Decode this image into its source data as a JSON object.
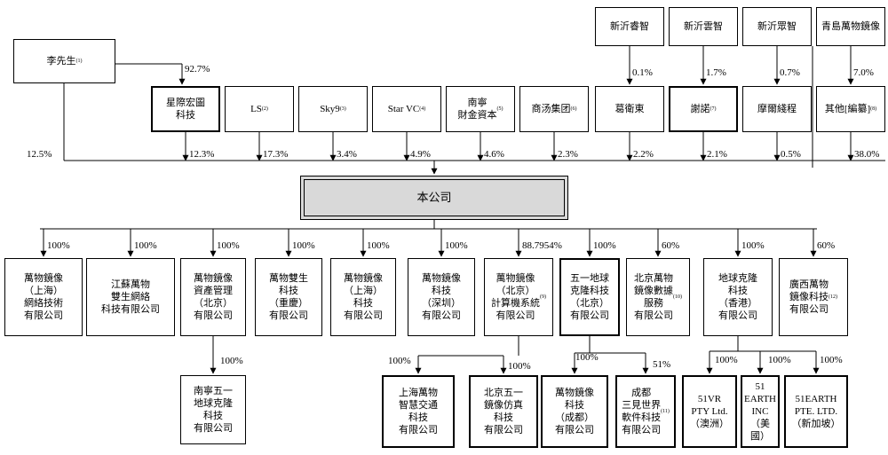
{
  "diagram": {
    "company": {
      "label": "本公司"
    },
    "top_entities": [
      {
        "id": "lee",
        "label": "李先生",
        "note": "(1)"
      },
      {
        "id": "xinyi_ruizhi",
        "label": "新沂睿智"
      },
      {
        "id": "xinyi_yunzhi",
        "label": "新沂雲智"
      },
      {
        "id": "xinyi_juzhi",
        "label": "新沂眾智"
      },
      {
        "id": "qingdao",
        "label": "青島萬物鏡像"
      }
    ],
    "shareholders": [
      {
        "id": "xingji",
        "label": "星際宏圖\n科技",
        "pct": "12.3%",
        "thick": true
      },
      {
        "id": "ls",
        "label": "LS",
        "note": "(2)",
        "pct": "17.3%"
      },
      {
        "id": "sky9",
        "label": "Sky9",
        "note": "(3)",
        "pct": "3.4%"
      },
      {
        "id": "starvc",
        "label": "Star VC",
        "note": "(4)",
        "pct": "4.9%"
      },
      {
        "id": "nanning_cap",
        "label": "南寧\n財金資本",
        "note": "(5)",
        "pct": "4.6%"
      },
      {
        "id": "shangtang",
        "label": "商汤集团",
        "note": "(6)",
        "pct": "2.3%"
      },
      {
        "id": "ge",
        "label": "葛衛東",
        "pct": "2.2%"
      },
      {
        "id": "xie",
        "label": "謝諾",
        "note": "(7)",
        "pct": "2.1%",
        "thick": true
      },
      {
        "id": "mo",
        "label": "摩爾綫程",
        "pct": "0.5%"
      },
      {
        "id": "others",
        "label": "其他[編纂]",
        "note": "(8)",
        "pct": "38.0%"
      }
    ],
    "upper_pcts": {
      "lee_direct": "12.5%",
      "lee_to_xingji": "92.7%",
      "xinyi_ruizhi_to_ge": "0.1%",
      "xinyi_yunzhi_to_xie": "1.7%",
      "xinyi_juzhi_to_mo": "0.7%",
      "qingdao_to_others": "7.0%"
    },
    "subsidiaries": [
      {
        "id": "s1",
        "label": "萬物鏡像\n（上海）\n網絡技術\n有限公司",
        "pct": "100%"
      },
      {
        "id": "s2",
        "label": "江蘇萬物\n雙生網絡\n科技有限公司",
        "pct": "100%"
      },
      {
        "id": "s3",
        "label": "萬物鏡像\n資產管理\n（北京）\n有限公司",
        "pct": "100%"
      },
      {
        "id": "s4",
        "label": "萬物雙生\n科技\n（重慶）\n有限公司",
        "pct": "100%"
      },
      {
        "id": "s5",
        "label": "萬物鏡像\n（上海）\n科技\n有限公司",
        "pct": "100%"
      },
      {
        "id": "s6",
        "label": "萬物鏡像\n科技\n（深圳）\n有限公司",
        "pct": "100%"
      },
      {
        "id": "s7",
        "label": "萬物鏡像\n（北京）\n計算機系統\n有限公司",
        "note": "(9)",
        "pct": "88.7954%"
      },
      {
        "id": "s8",
        "label": "五一地球\n克隆科技\n（北京）\n有限公司",
        "pct": "100%",
        "thick": true
      },
      {
        "id": "s9",
        "label": "北京萬物\n鏡像數據\n服務\n有限公司",
        "note": "(10)",
        "pct": "60%"
      },
      {
        "id": "s10",
        "label": "地球克隆\n科技\n（香港）\n有限公司",
        "pct": "100%"
      },
      {
        "id": "s11",
        "label": "廣西萬物\n鏡像科技\n有限公司",
        "note": "(12)",
        "pct": "60%"
      }
    ],
    "second_level": [
      {
        "id": "t1",
        "parent": "s3",
        "label": "南寧五一\n地球克隆\n科技\n有限公司",
        "pct": "100%"
      },
      {
        "id": "t2",
        "parent": "s7",
        "label": "上海萬物\n智慧交通\n科技\n有限公司",
        "pct": "100%",
        "thick": true
      },
      {
        "id": "t3",
        "parent": "s7",
        "label": "北京五一\n鏡像仿真\n科技\n有限公司",
        "pct": "100%",
        "thick": true
      },
      {
        "id": "t4",
        "parent": "s8",
        "label": "萬物鏡像\n科技\n（成都）\n有限公司",
        "pct": "100%",
        "thick": true
      },
      {
        "id": "t5",
        "parent": "s8",
        "label": "成都\n三見世界\n軟件科技\n有限公司",
        "note": "(11)",
        "pct": "51%",
        "thick": true
      },
      {
        "id": "t6",
        "parent": "s10",
        "label": "51VR\nPTY Ltd.\n（澳洲）",
        "pct": "100%",
        "thick": true
      },
      {
        "id": "t7",
        "parent": "s10",
        "label": "51\nEARTH\nINC\n（美國）",
        "pct": "100%",
        "thick": true
      },
      {
        "id": "t8",
        "parent": "s10",
        "label": "51EARTH\nPTE. LTD.\n（新加坡）",
        "pct": "100%",
        "thick": true
      }
    ]
  }
}
